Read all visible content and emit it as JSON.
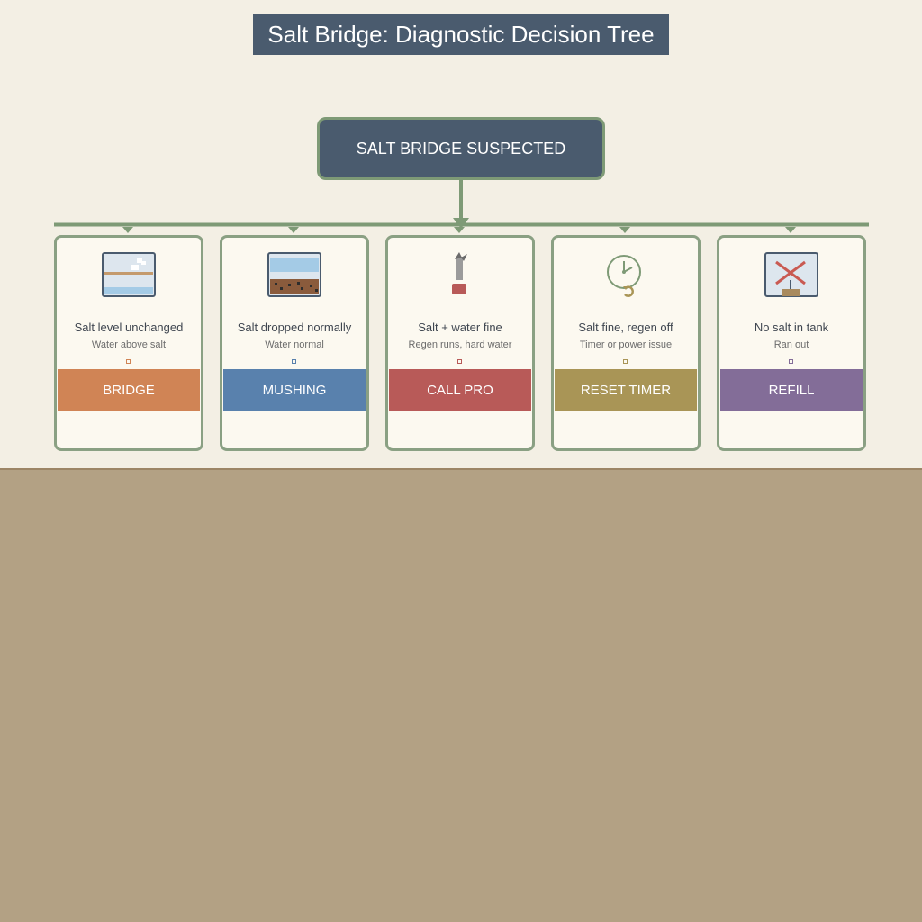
{
  "title": "Salt Bridge: Diagnostic Decision Tree",
  "root": {
    "label": "SALT BRIDGE SUSPECTED"
  },
  "colors": {
    "page_bg": "#f3efe4",
    "floor": "#b3a184",
    "box_dark": "#4a5b6e",
    "connector": "#7e9a76",
    "card_border": "#8aa083"
  },
  "branches": [
    {
      "condition": "Salt level unchanged",
      "detail": "Water above salt",
      "action": "BRIDGE",
      "color": "#d08455",
      "icon": "bridge-tank-icon"
    },
    {
      "condition": "Salt dropped normally",
      "detail": "Water normal",
      "action": "MUSHING",
      "color": "#5981ad",
      "icon": "mushing-tank-icon"
    },
    {
      "condition": "Salt + water fine",
      "detail": "Regen runs, hard water",
      "action": "CALL PRO",
      "color": "#b85a58",
      "icon": "tool-icon"
    },
    {
      "condition": "Salt fine, regen off",
      "detail": "Timer or power issue",
      "action": "RESET TIMER",
      "color": "#a99556",
      "icon": "clock-icon"
    },
    {
      "condition": "No salt in tank",
      "detail": "Ran out",
      "action": "REFILL",
      "color": "#836d98",
      "icon": "empty-tank-icon"
    }
  ]
}
